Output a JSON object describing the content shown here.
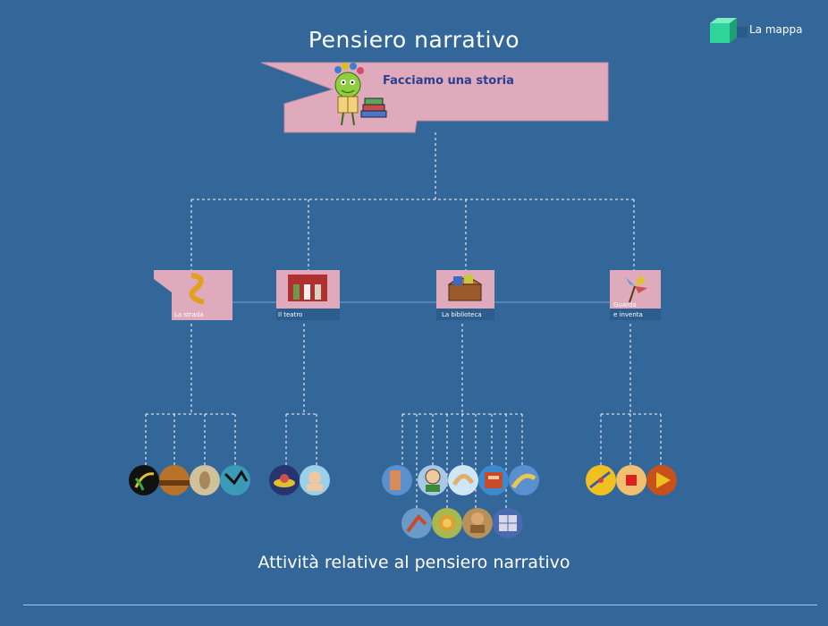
{
  "header": {
    "title": "Pensiero narrativo",
    "map_label": "La mappa"
  },
  "root": {
    "label": "Facciamo una storia"
  },
  "categories": [
    {
      "id": "strada",
      "label": "La strada",
      "activities": 4
    },
    {
      "id": "teatro",
      "label": "Il teatro",
      "activities": 2
    },
    {
      "id": "biblioteca",
      "label": "La biblioteca",
      "activities": 9
    },
    {
      "id": "guarda",
      "label": "Guarda e inventa",
      "label_line1": "Guarda",
      "label_line2": "e inventa",
      "activities": 3
    }
  ],
  "footer": {
    "caption": "Attività relative al pensiero narrativo"
  },
  "colors": {
    "background": "#336699",
    "card": "#e0aabd",
    "label_band": "#2d5d8c",
    "connector": "#ffffff",
    "map_cube": "#2fd49a"
  }
}
